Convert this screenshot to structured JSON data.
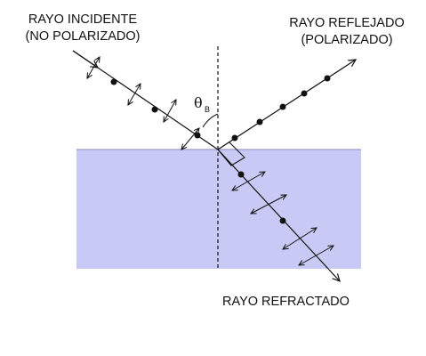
{
  "labels": {
    "incident_line1": "RAYO INCIDENTE",
    "incident_line2": "(NO POLARIZADO)",
    "reflected_line1": "RAYO REFLEJADO",
    "reflected_line2": "(POLARIZADO)",
    "refracted": "RAYO REFRACTADO",
    "angle_symbol": "θ",
    "angle_subscript": "B"
  },
  "colors": {
    "medium": "#c9c9f5",
    "line": "#111111",
    "surface": "#8a8ac0"
  }
}
